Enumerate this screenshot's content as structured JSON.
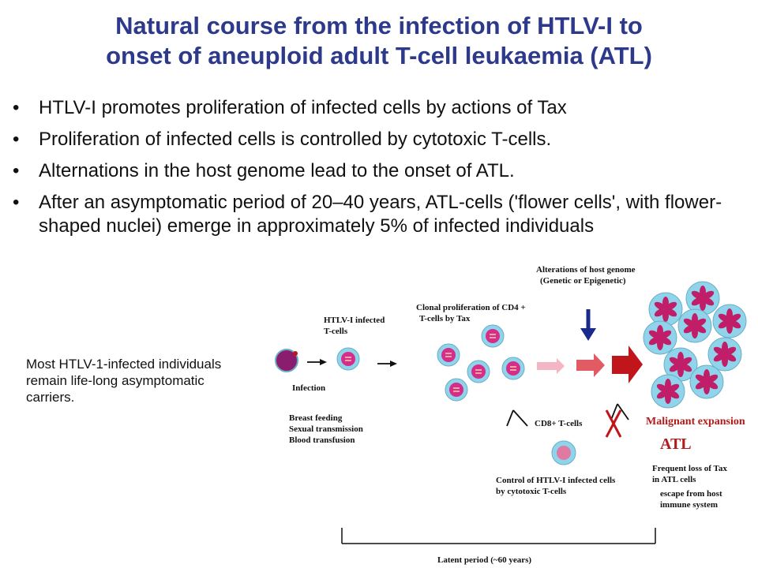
{
  "title": {
    "line1": "Natural course from the infection of HTLV-I to",
    "line2": "onset of aneuploid adult T-cell leukaemia (ATL)"
  },
  "bullets": [
    "HTLV-I promotes proliferation of infected cells by actions of Tax",
    "Proliferation of infected cells is controlled by cytotoxic T-cells.",
    "Alternations in the host genome lead to the onset of ATL.",
    "After an asymptomatic period of 20–40 years, ATL-cells ('flower cells', with flower-shaped nuclei) emerge in approximately 5% of infected individuals"
  ],
  "bullet_glyph": "•",
  "side_note": "Most HTLV-1-infected individuals remain life-long asymptomatic carriers.",
  "diagram": {
    "htlv_infected": [
      "HTLV-I infected",
      "T-cells"
    ],
    "infection": "Infection",
    "routes": [
      "Breast feeding",
      "Sexual transmission",
      "Blood transfusion"
    ],
    "clonal": [
      "Clonal proliferation of CD4 +",
      "T-cells by Tax"
    ],
    "alterations": [
      "Alterations of host genome",
      "(Genetic or Epigenetic)"
    ],
    "cd8": "CD8+ T-cells",
    "control": [
      "Control of HTLV-I infected cells",
      "by cytotoxic T-cells"
    ],
    "malignant": "Malignant expansion",
    "atl": "ATL",
    "frequent_loss": [
      "Frequent loss of Tax",
      "in ATL cells",
      "escape from host",
      "immune system"
    ],
    "latent": "Latent period (~60 years)"
  },
  "colors": {
    "title": "#2d3a8c",
    "cell_fill": "#8fd4ea",
    "nucleus": "#d42d8a",
    "flower": "#c01e68",
    "arrow_red": "#c0161b",
    "arrow_pink": "#f4b6c4",
    "arrow_mid": "#e25a64",
    "down_arrow": "#1a2a8a"
  }
}
